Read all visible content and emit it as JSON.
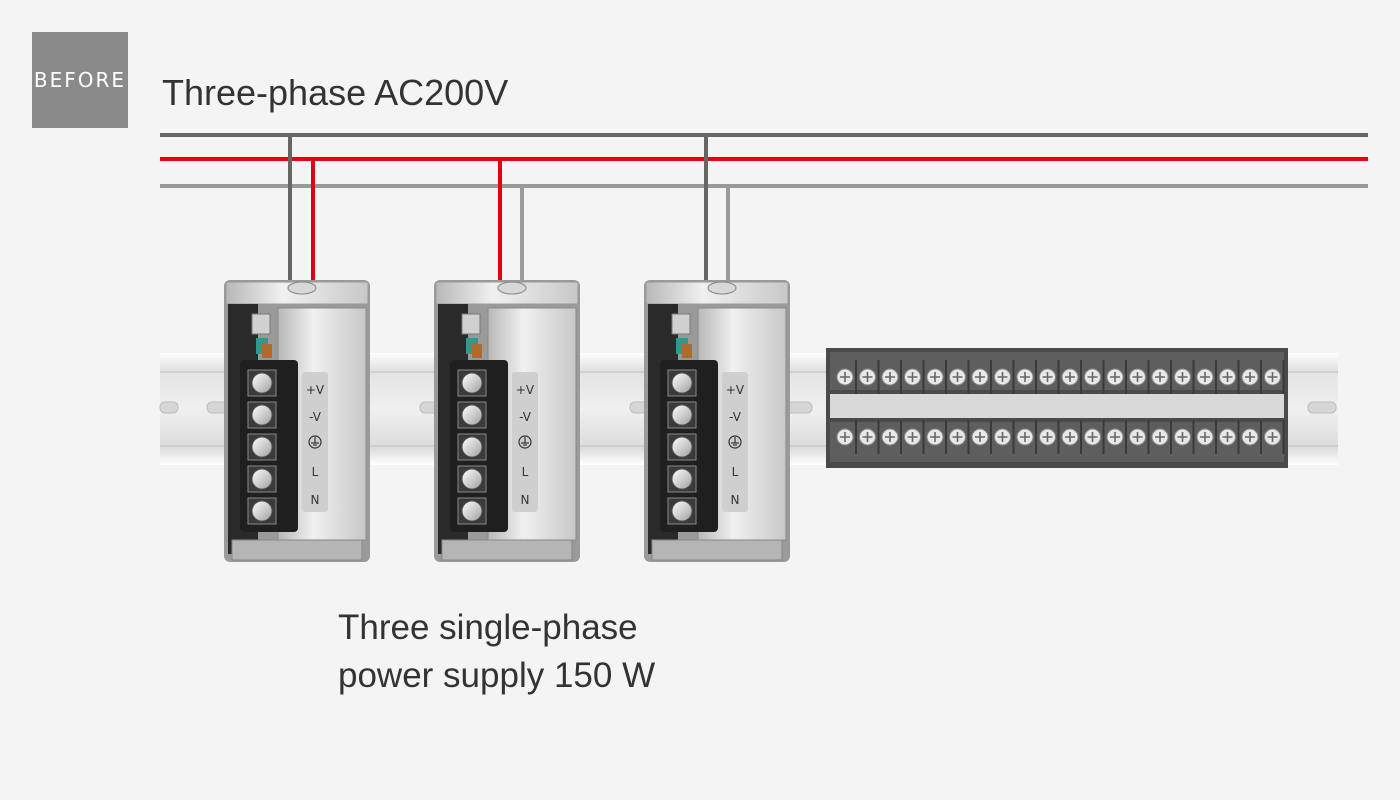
{
  "badge": {
    "label": "BEFORE"
  },
  "title": "Three-phase AC200V",
  "caption": {
    "line1": "Three single-phase",
    "line2": "power supply 150 W"
  },
  "terminal_labels": {
    "plus_v": "+V",
    "minus_v": "-V",
    "l": "L",
    "n": "N"
  },
  "colors": {
    "phase_dark": "#666666",
    "phase_red": "#e60012",
    "phase_light": "#9a9a9a",
    "background": "#f4f4f4",
    "badge": "#8a8a8a"
  },
  "power_supply_count": 3,
  "terminal_block": {
    "screws_per_row": 20,
    "rows": 2
  }
}
